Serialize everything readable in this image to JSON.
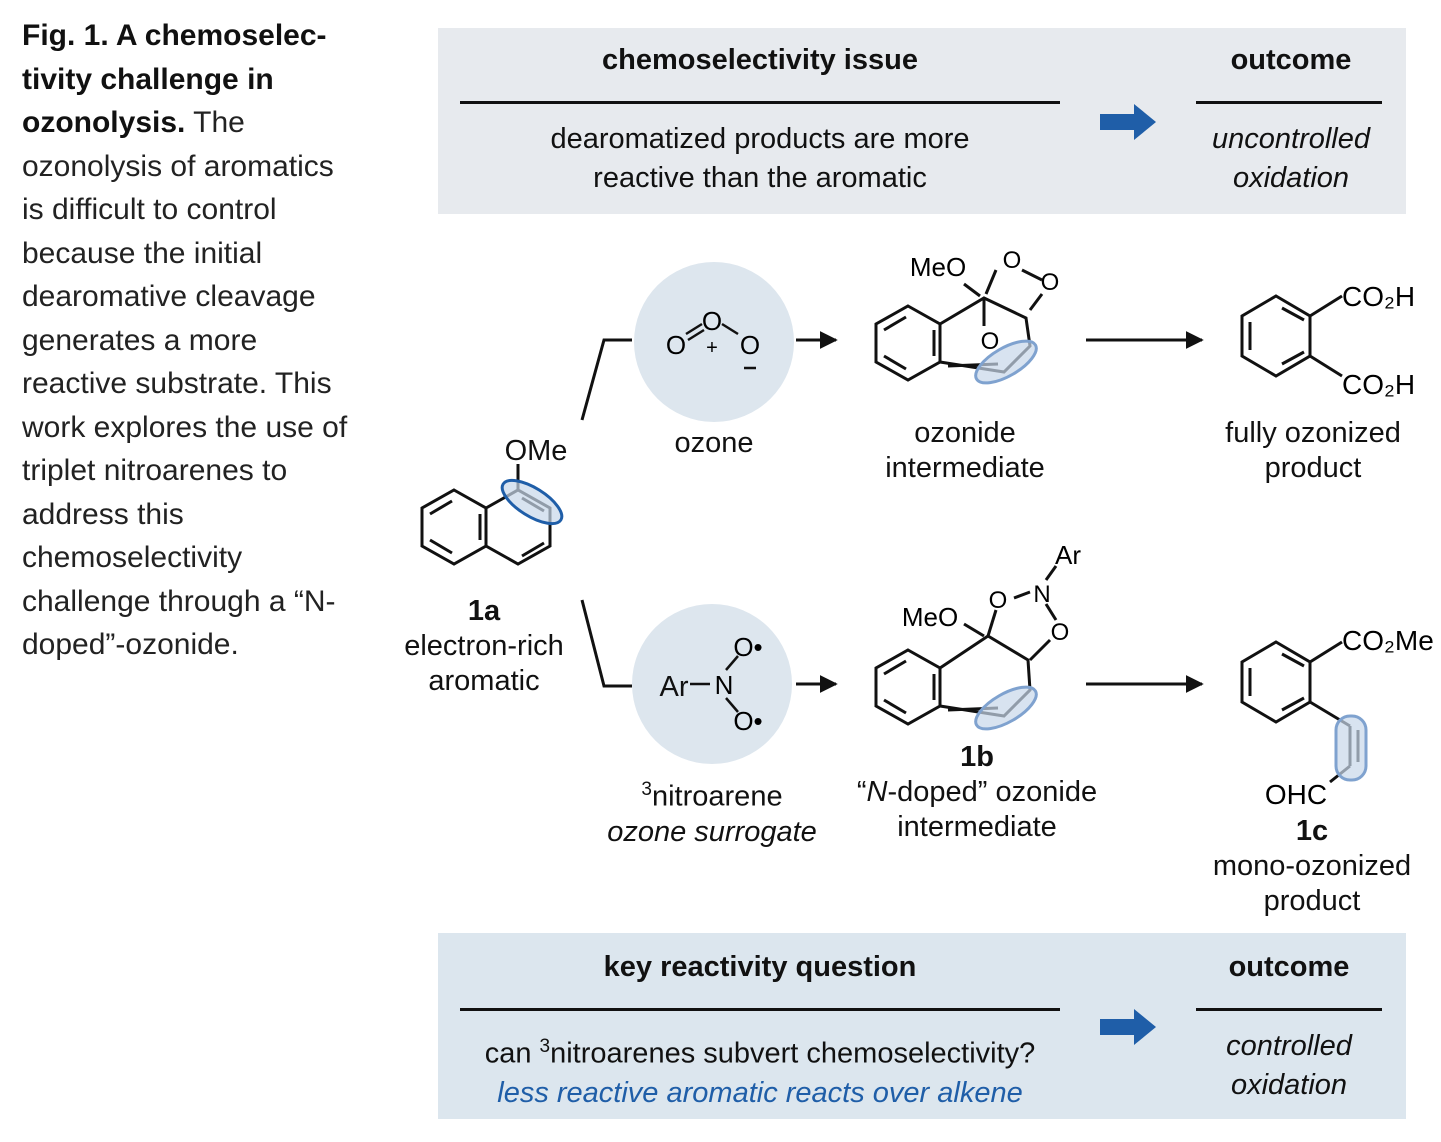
{
  "caption": {
    "heading": "Fig. 1. A chemoselec-tivity challenge in ozonolysis.",
    "text": "The ozonolysis of aromatics is difficult to control because the initial dearomative cleavage generates a more reactive substrate. This work explores the use of triplet nitroarenes to address this chemoselectivity challenge through a “N-doped”-ozonide."
  },
  "top_panel": {
    "issue_header": "chemoselectivity issue",
    "outcome_header": "outcome",
    "issue_line1": "dearomatized products are more",
    "issue_line2": "reactive than the aromatic",
    "outcome_line1": "uncontrolled",
    "outcome_line2": "oxidation"
  },
  "bottom_panel": {
    "question_header": "key reactivity question",
    "outcome_header": "outcome",
    "question_prefix": "can ",
    "question_sup": "3",
    "question_rest": "nitroarenes subvert chemoselectivity?",
    "question_line2": "less reactive aromatic reacts over alkene",
    "outcome_line1": "controlled",
    "outcome_line2": "oxidation"
  },
  "scheme": {
    "start_id": "1a",
    "start_line1": "electron-rich",
    "start_line2": "aromatic",
    "start_sub": "OMe",
    "ozone_label": "ozone",
    "ozonide_line1": "ozonide",
    "ozonide_line2": "intermediate",
    "ozonide_meo": "MeO",
    "full_line1": "fully ozonized",
    "full_line2": "product",
    "full_sub_top": "CO₂H",
    "full_sub_bottom": "CO₂H",
    "nitro_sup": "3",
    "nitro_label": "nitroarene",
    "nitro_role": "ozone surrogate",
    "nitro_ar": "Ar",
    "ndoped_id": "1b",
    "ndoped_line1_a": "“",
    "ndoped_line1_n": "N",
    "ndoped_line1_b": "-doped” ozonide",
    "ndoped_line2": "intermediate",
    "ndoped_meo": "MeO",
    "ndoped_ar": "Ar",
    "mono_id": "1c",
    "mono_line1": "mono-ozonized",
    "mono_line2": "product",
    "mono_sub_top": "CO₂Me",
    "mono_sub_bottom": "OHC"
  },
  "colors": {
    "highlight_fill": "#c8d7ea",
    "highlight_stroke": "#7fa2cf",
    "start_highlight_stroke": "#1f5ea8",
    "arrow_blue": "#1f5ea8",
    "circle_fill": "#dde6ee"
  }
}
